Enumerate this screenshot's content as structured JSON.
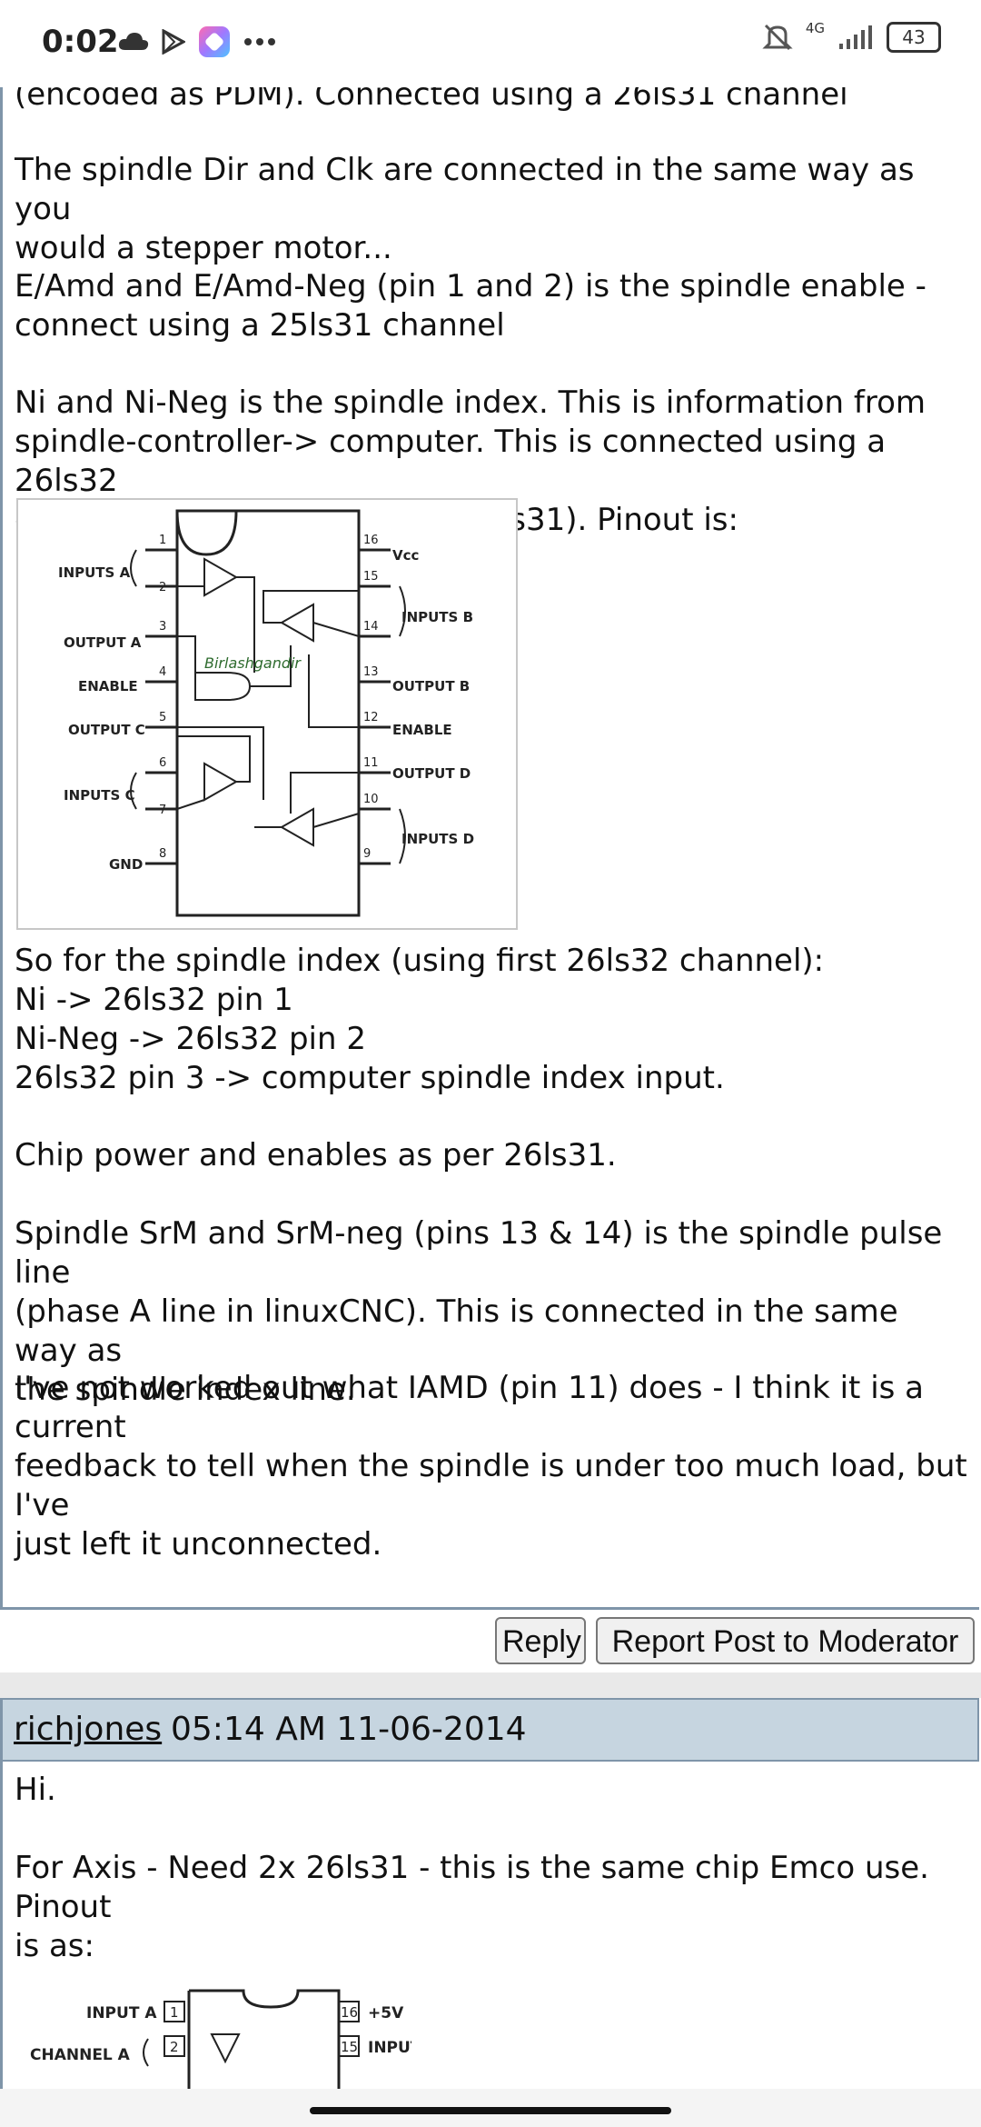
{
  "status_bar": {
    "time": "0:02",
    "network": "4G",
    "battery": "43",
    "icons_left": [
      "cloud-icon",
      "play-store-icon",
      "app-icon",
      "more-dots-icon"
    ],
    "icons_right": [
      "mute-icon",
      "signal-icon",
      "battery-icon"
    ]
  },
  "post1": {
    "paragraphs": [
      "(encoded as PDM). Connected using a 26ls31 channel",
      "The spindle Dir and Clk are connected in the same way as you\nwould a stepper motor...",
      "E/Amd and E/Amd-Neg (pin 1 and 2) is the spindle enable -\nconnect using a 25ls31 channel",
      "Ni and Ni-Neg is the spindle index. This is information from\nspindle-controller-> computer. This is connected using a 26ls32\nchip (the partner chip to the 26ls31). Pinout is:",
      "So for the spindle index (using first 26ls32 channel):\nNi -> 26ls32 pin 1\nNi-Neg -> 26ls32 pin 2\n26ls32 pin 3 -> computer spindle index input.",
      "Chip power and enables as per 26ls31.",
      "Spindle SrM and SrM-neg (pins 13 & 14) is the spindle pulse line\n(phase A line in linuxCNC). This is connected in the same way as\nthe spindle index line.",
      "I've not worked out what IAMD (pin 11) does - I think it is a current\nfeedback to tell when the spindle is under too much load, but I've\njust left it unconnected."
    ],
    "figure": {
      "left_labels": [
        "INPUTS A",
        "OUTPUT A",
        "ENABLE",
        "OUTPUT C",
        "INPUTS C",
        "GND"
      ],
      "right_labels": [
        "Vcc",
        "INPUTS B",
        "OUTPUT B",
        "ENABLE",
        "OUTPUT D",
        "INPUTS D"
      ],
      "left_pins": [
        "1",
        "2",
        "3",
        "4",
        "5",
        "6",
        "7",
        "8"
      ],
      "right_pins": [
        "16",
        "15",
        "14",
        "13",
        "12",
        "11",
        "10",
        "9"
      ],
      "watermark": "Birlashgandir"
    },
    "reply_label": "Reply",
    "report_label": "Report Post to Moderator"
  },
  "post2": {
    "author": "richjones",
    "date": "05:14 AM 11-06-2014",
    "paragraphs": [
      "Hi.",
      "For Axis - Need 2x 26ls31 - this is the same chip Emco use. Pinout\nis as:"
    ],
    "figure": {
      "labels": [
        "INPUT A",
        "CHANNEL A",
        "+5V",
        "INPUT D"
      ],
      "pins": [
        "1",
        "2",
        "16",
        "15"
      ]
    }
  }
}
